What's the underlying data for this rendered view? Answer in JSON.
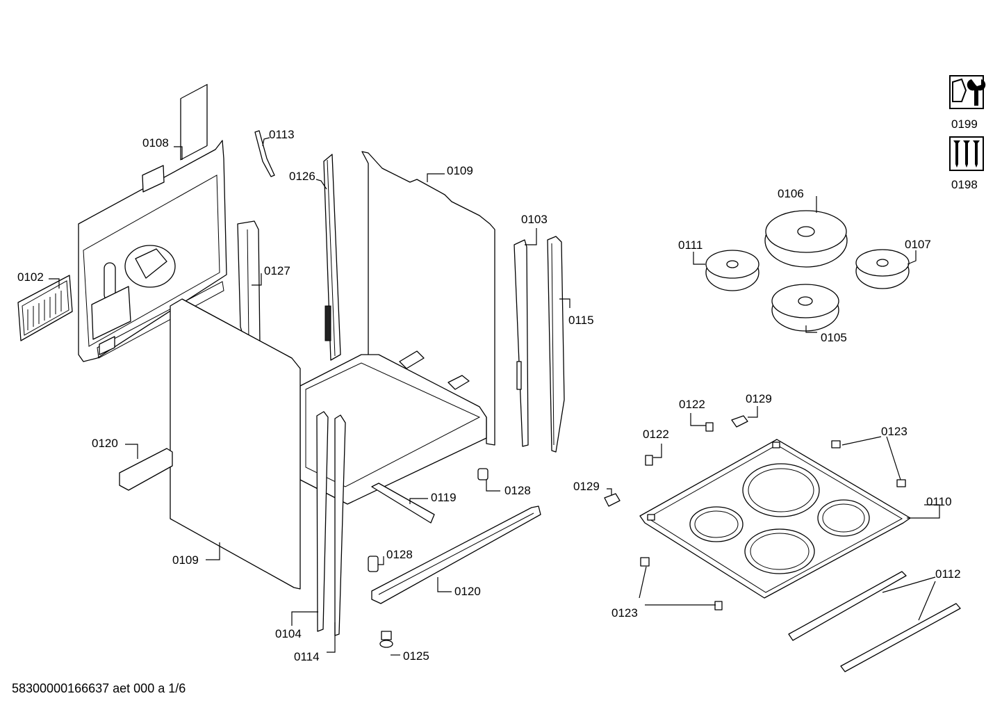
{
  "labels": {
    "p0102": "0102",
    "p0103": "0103",
    "p0104": "0104",
    "p0105": "0105",
    "p0106": "0106",
    "p0107": "0107",
    "p0108": "0108",
    "p0109a": "0109",
    "p0109b": "0109",
    "p0110": "0110",
    "p0111": "0111",
    "p0112": "0112",
    "p0113": "0113",
    "p0114": "0114",
    "p0115": "0115",
    "p0119": "0119",
    "p0120a": "0120",
    "p0120b": "0120",
    "p0122a": "0122",
    "p0122b": "0122",
    "p0123a": "0123",
    "p0123b": "0123",
    "p0125": "0125",
    "p0126": "0126",
    "p0127": "0127",
    "p0128a": "0128",
    "p0128b": "0128",
    "p0129a": "0129",
    "p0129b": "0129",
    "p0198": "0198",
    "p0199": "0199"
  },
  "icons": {
    "tool": "wrench-nut-icon",
    "screws": "screws-icon"
  },
  "footer": "58300000166637 aet 000 a 1/6"
}
